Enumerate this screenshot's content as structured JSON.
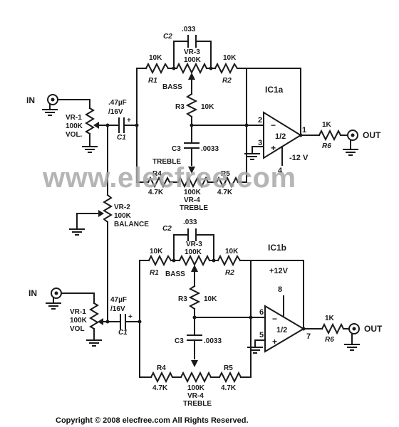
{
  "watermark": "www.elecfree.com",
  "copyright": "Copyright ©  2008 elecfree.com All Rights Reserved.",
  "shared": {
    "balance_ref": "VR-2",
    "balance_value": "100K",
    "balance_label": "BALANCE"
  },
  "top": {
    "ic": "IC1a",
    "in_label": "IN",
    "vol_ref": "VR-1",
    "vol_value": "100K",
    "vol_label": "VOL.",
    "c1_value": ".47µF",
    "c1_voltage": "/16V",
    "c1_ref": "C1",
    "c1_plus": "+",
    "c2_ref": "C2",
    "c2_value": ".033",
    "vr3_ref": "VR-3",
    "vr3_value": "100K",
    "bass": "BASS",
    "r1_value": "10K",
    "r1_ref": "R1",
    "r2_value": "10K",
    "r2_ref": "R2",
    "r3_ref": "R3",
    "r3_value": "10K",
    "c3_ref": "C3",
    "c3_value": ".0033",
    "treble": "TREBLE",
    "r4_ref": "R4",
    "r4_value": "4.7K",
    "r5_ref": "R5",
    "r5_value": "4.7K",
    "vr4_value": "100K",
    "vr4_ref": "VR-4",
    "vr4_label": "TREBLE",
    "pin_inv": "2",
    "pin_noninv": "3",
    "pin_out": "1",
    "pin_supply": "4",
    "opamp_label": "1/2",
    "minus": "−",
    "plus": "+",
    "supply": "-12 V",
    "r6_value": "1K",
    "r6_ref": "R6",
    "out_label": "OUT"
  },
  "bottom": {
    "ic": "IC1b",
    "in_label": "IN",
    "vol_ref": "VR-1",
    "vol_value": "100K",
    "vol_label": "VOL",
    "c1_value": "47µF",
    "c1_voltage": "/16V",
    "c1_ref": "C1",
    "c1_plus": "+",
    "c2_ref": "C2",
    "c2_value": ".033",
    "vr3_ref": "VR-3",
    "vr3_value": "100K",
    "bass": "BASS",
    "r1_value": "10K",
    "r1_ref": "R1",
    "r2_value": "10K",
    "r2_ref": "R2",
    "r3_ref": "R3",
    "r3_value": "10K",
    "c3_ref": "C3",
    "c3_value": ".0033",
    "r4_ref": "R4",
    "r4_value": "4.7K",
    "r5_ref": "R5",
    "r5_value": "4.7K",
    "vr4_value": "100K",
    "vr4_ref": "VR-4",
    "vr4_label": "TREBLE",
    "pin_inv": "6",
    "pin_noninv": "5",
    "pin_out": "7",
    "pin_supply": "8",
    "opamp_label": "1/2",
    "minus": "−",
    "plus": "+",
    "supply": "+12V",
    "r6_value": "1K",
    "r6_ref": "R6",
    "out_label": "OUT"
  }
}
